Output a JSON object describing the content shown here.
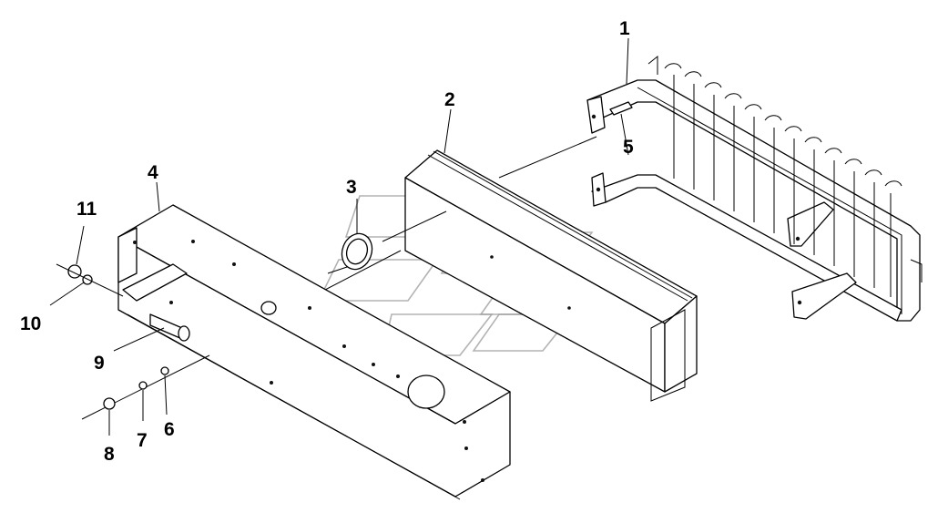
{
  "callouts": [
    "1",
    "2",
    "3",
    "4",
    "5",
    "6",
    "7",
    "8",
    "9",
    "10",
    "11"
  ]
}
